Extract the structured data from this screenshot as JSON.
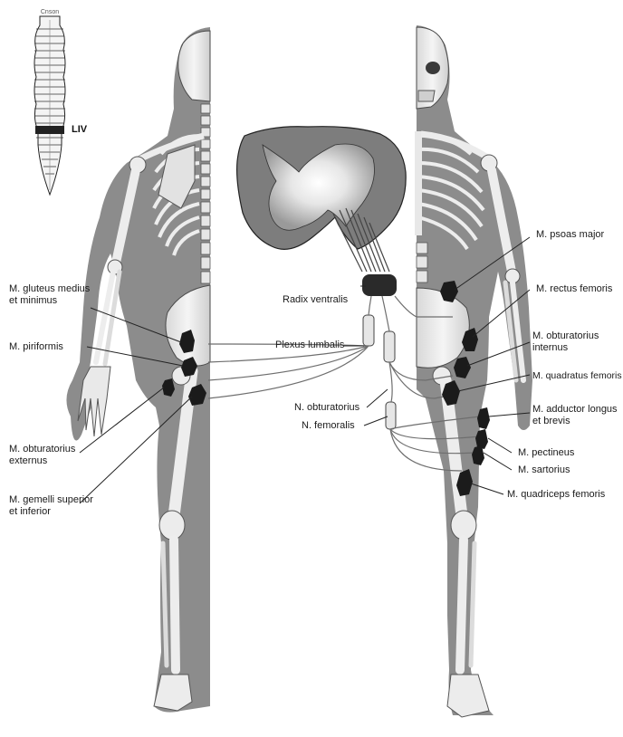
{
  "segment_diagram": {
    "top_label": "Cnson",
    "highlight_label": "LIV"
  },
  "labels": {
    "gluteus_medius": "M. gluteus medius\net minimus",
    "piriformis": "M. piriformis",
    "obturatorius_externus": "M. obturatorius\nexternus",
    "gemelli": "M. gemelli superior\net inferior",
    "radix_ventralis": "Radix ventralis",
    "plexus_lumbalis": "Plexus lumbalis",
    "n_obturatorius": "N. obturatorius",
    "n_femoralis": "N. femoralis",
    "psoas_major": "M. psoas major",
    "rectus_femoris": "M. rectus femoris",
    "obturatorius_internus": "M. obturatorius\ninternus",
    "quadratus_femoris": "M. quadratus femoris",
    "adductor": "M. adductor longus\net brevis",
    "pectineus": "M. pectineus",
    "sartorius": "M. sartorius",
    "quadriceps": "M. quadriceps femoris"
  },
  "colors": {
    "body": "#8c8c8c",
    "bone": "#e8e8e8",
    "bone_outline": "#4a4a4a",
    "muscle_marker": "#1b1b1b",
    "line": "#222222",
    "nerve": "#6e6e6e"
  }
}
